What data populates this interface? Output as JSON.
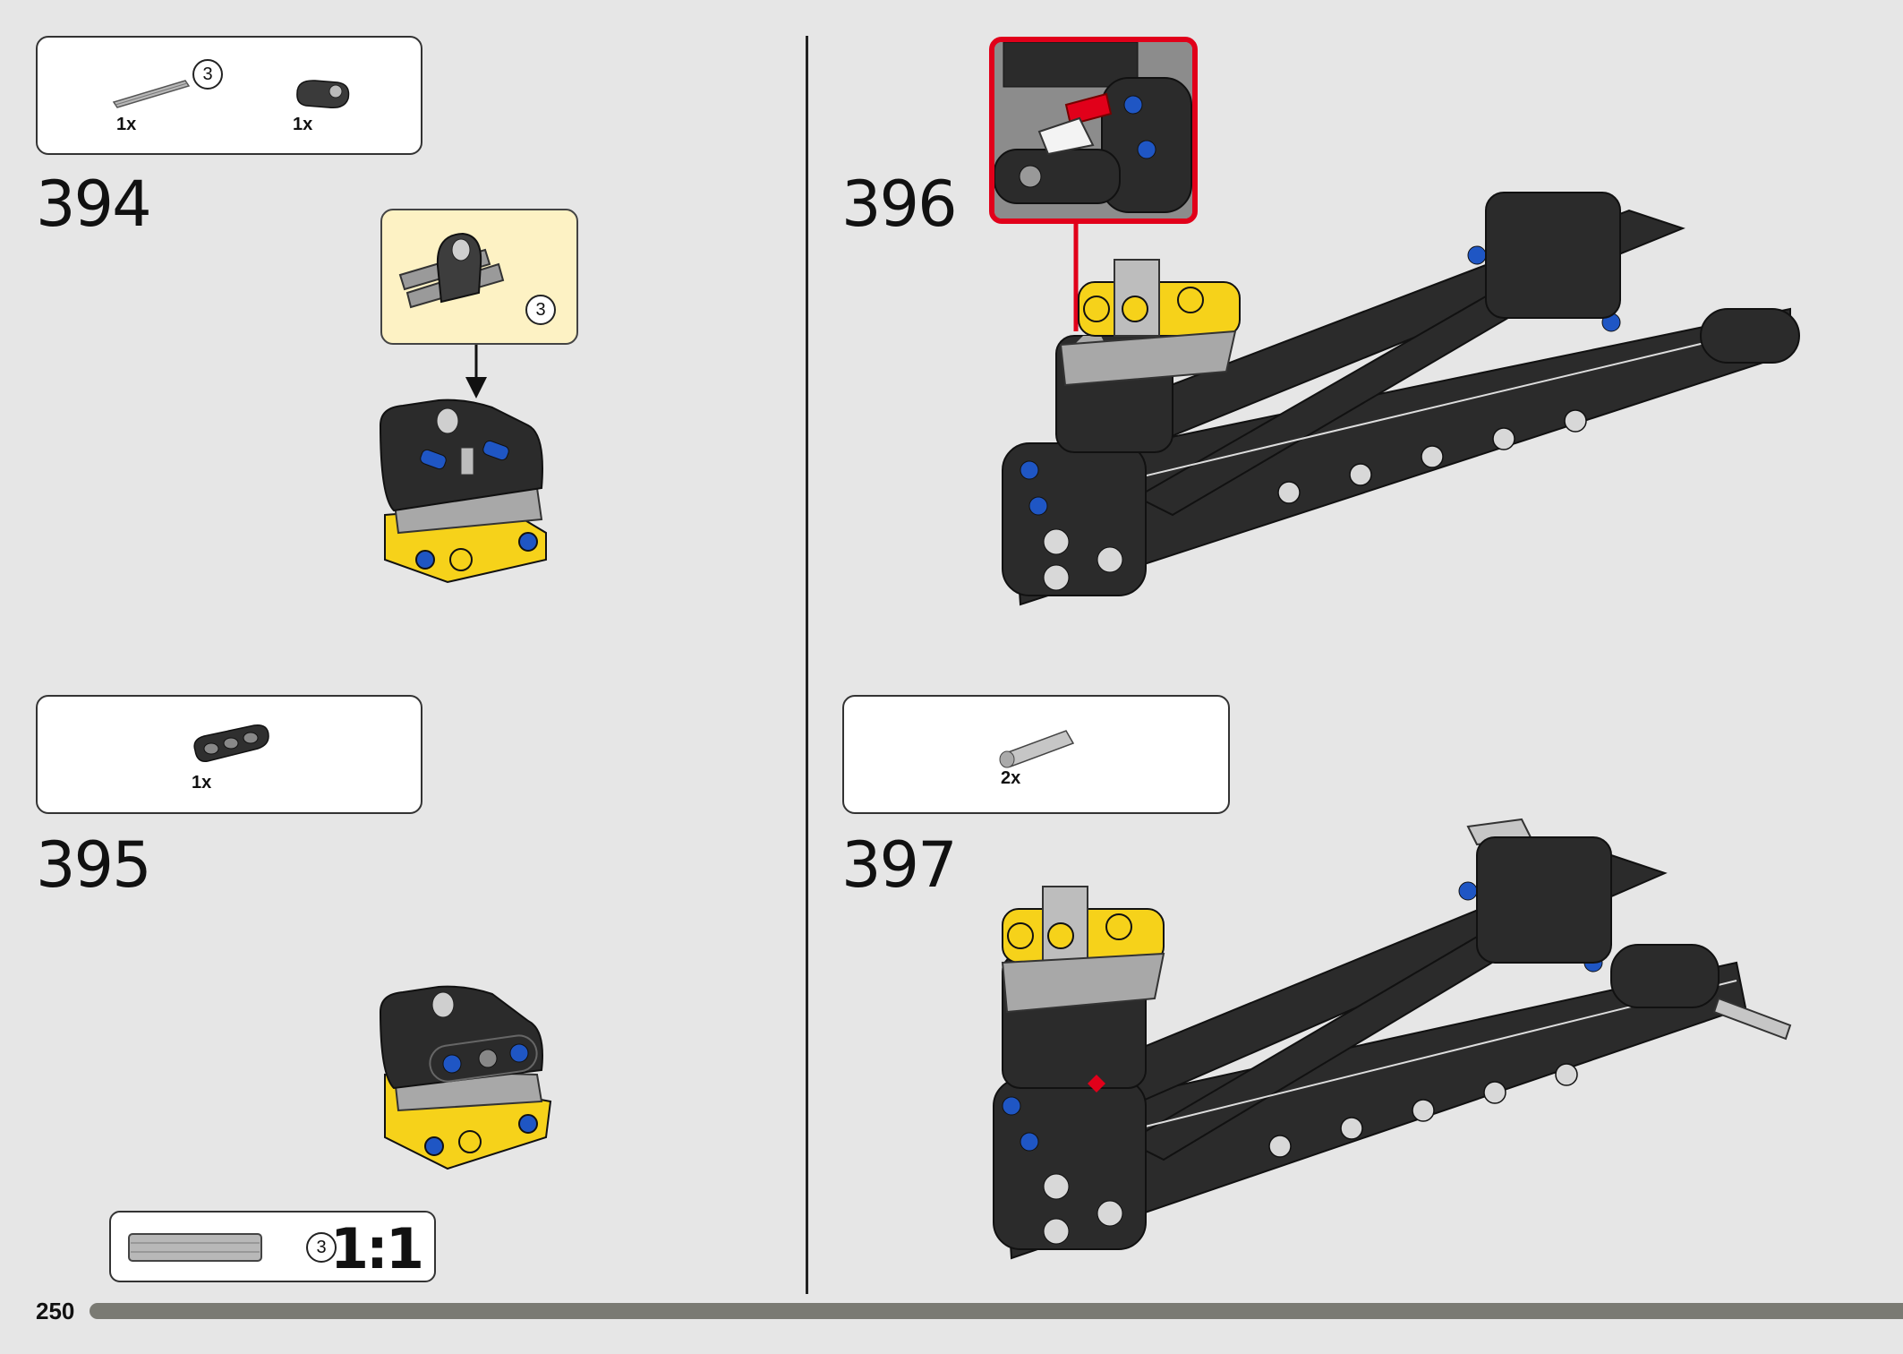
{
  "page": {
    "number": "250"
  },
  "steps": [
    {
      "id": "394",
      "label": "394",
      "parts": [
        {
          "qty": "1x",
          "circle": "3"
        },
        {
          "qty": "1x"
        }
      ],
      "callout_count": "3"
    },
    {
      "id": "395",
      "label": "395",
      "parts": [
        {
          "qty": "1x"
        }
      ]
    },
    {
      "id": "396",
      "label": "396"
    },
    {
      "id": "397",
      "label": "397",
      "parts": [
        {
          "qty": "2x"
        }
      ]
    }
  ],
  "scale_reference": {
    "circle": "3",
    "ratio": "1:1"
  },
  "colors": {
    "background": "#e6e6e6",
    "callout_yellow": "#fdf2c4",
    "zoom_border": "#e1001a",
    "brick_black": "#2b2b2b",
    "brick_yellow": "#f6d21a",
    "brick_blue": "#1f56c4"
  }
}
